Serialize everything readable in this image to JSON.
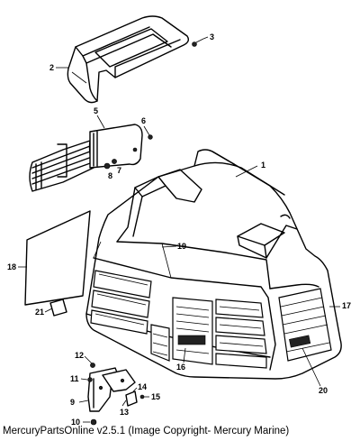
{
  "caption": "MercuryPartsOnline v2.5.1 (Image Copyright- Mercury Marine)",
  "labels": {
    "l1": "1",
    "l2": "2",
    "l3": "3",
    "l5": "5",
    "l6": "6",
    "l7": "7",
    "l8": "8",
    "l9": "9",
    "l10": "10",
    "l11": "11",
    "l12": "12",
    "l13": "13",
    "l14": "14",
    "l15": "15",
    "l16": "16",
    "l17": "17",
    "l18": "18",
    "l19": "19",
    "l20": "20",
    "l21": "21"
  }
}
